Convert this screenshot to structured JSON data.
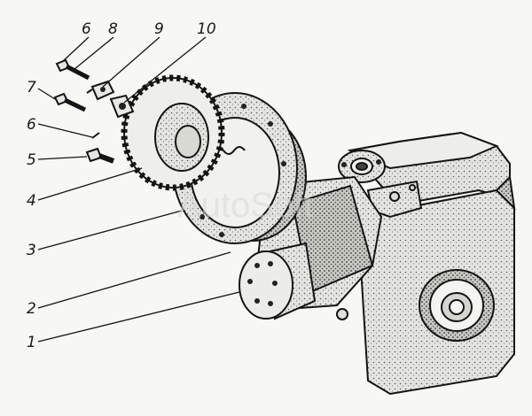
{
  "diagram": {
    "kind": "exploded-assembly-drawing",
    "watermark": "AutoSoft",
    "callouts": [
      {
        "id": "callout-1",
        "label": "1"
      },
      {
        "id": "callout-2",
        "label": "2"
      },
      {
        "id": "callout-3",
        "label": "3"
      },
      {
        "id": "callout-4",
        "label": "4"
      },
      {
        "id": "callout-5",
        "label": "5"
      },
      {
        "id": "callout-6a",
        "label": "6"
      },
      {
        "id": "callout-6b",
        "label": "6"
      },
      {
        "id": "callout-7",
        "label": "7"
      },
      {
        "id": "callout-8",
        "label": "8"
      },
      {
        "id": "callout-9",
        "label": "9"
      },
      {
        "id": "callout-10",
        "label": "10"
      }
    ],
    "ink_color": "#141414",
    "paper_color": "#f7f7f5"
  }
}
